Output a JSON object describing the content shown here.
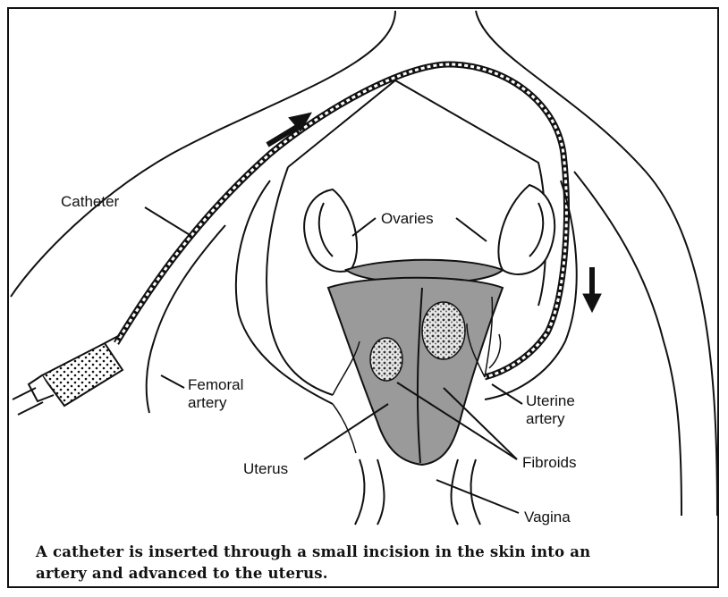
{
  "labels": {
    "catheter": "Catheter",
    "ovaries": "Ovaries",
    "femoral_line1": "Femoral",
    "femoral_line2": "artery",
    "uterine_line1": "Uterine",
    "uterine_line2": "artery",
    "fibroids": "Fibroids",
    "uterus": "Uterus",
    "vagina": "Vagina"
  },
  "caption": {
    "line1": "A catheter is inserted through a small incision in the skin into an",
    "line2": "artery and advanced to the uterus."
  },
  "colors": {
    "organ_fill": "#9a9a9a",
    "ink": "#111111"
  }
}
